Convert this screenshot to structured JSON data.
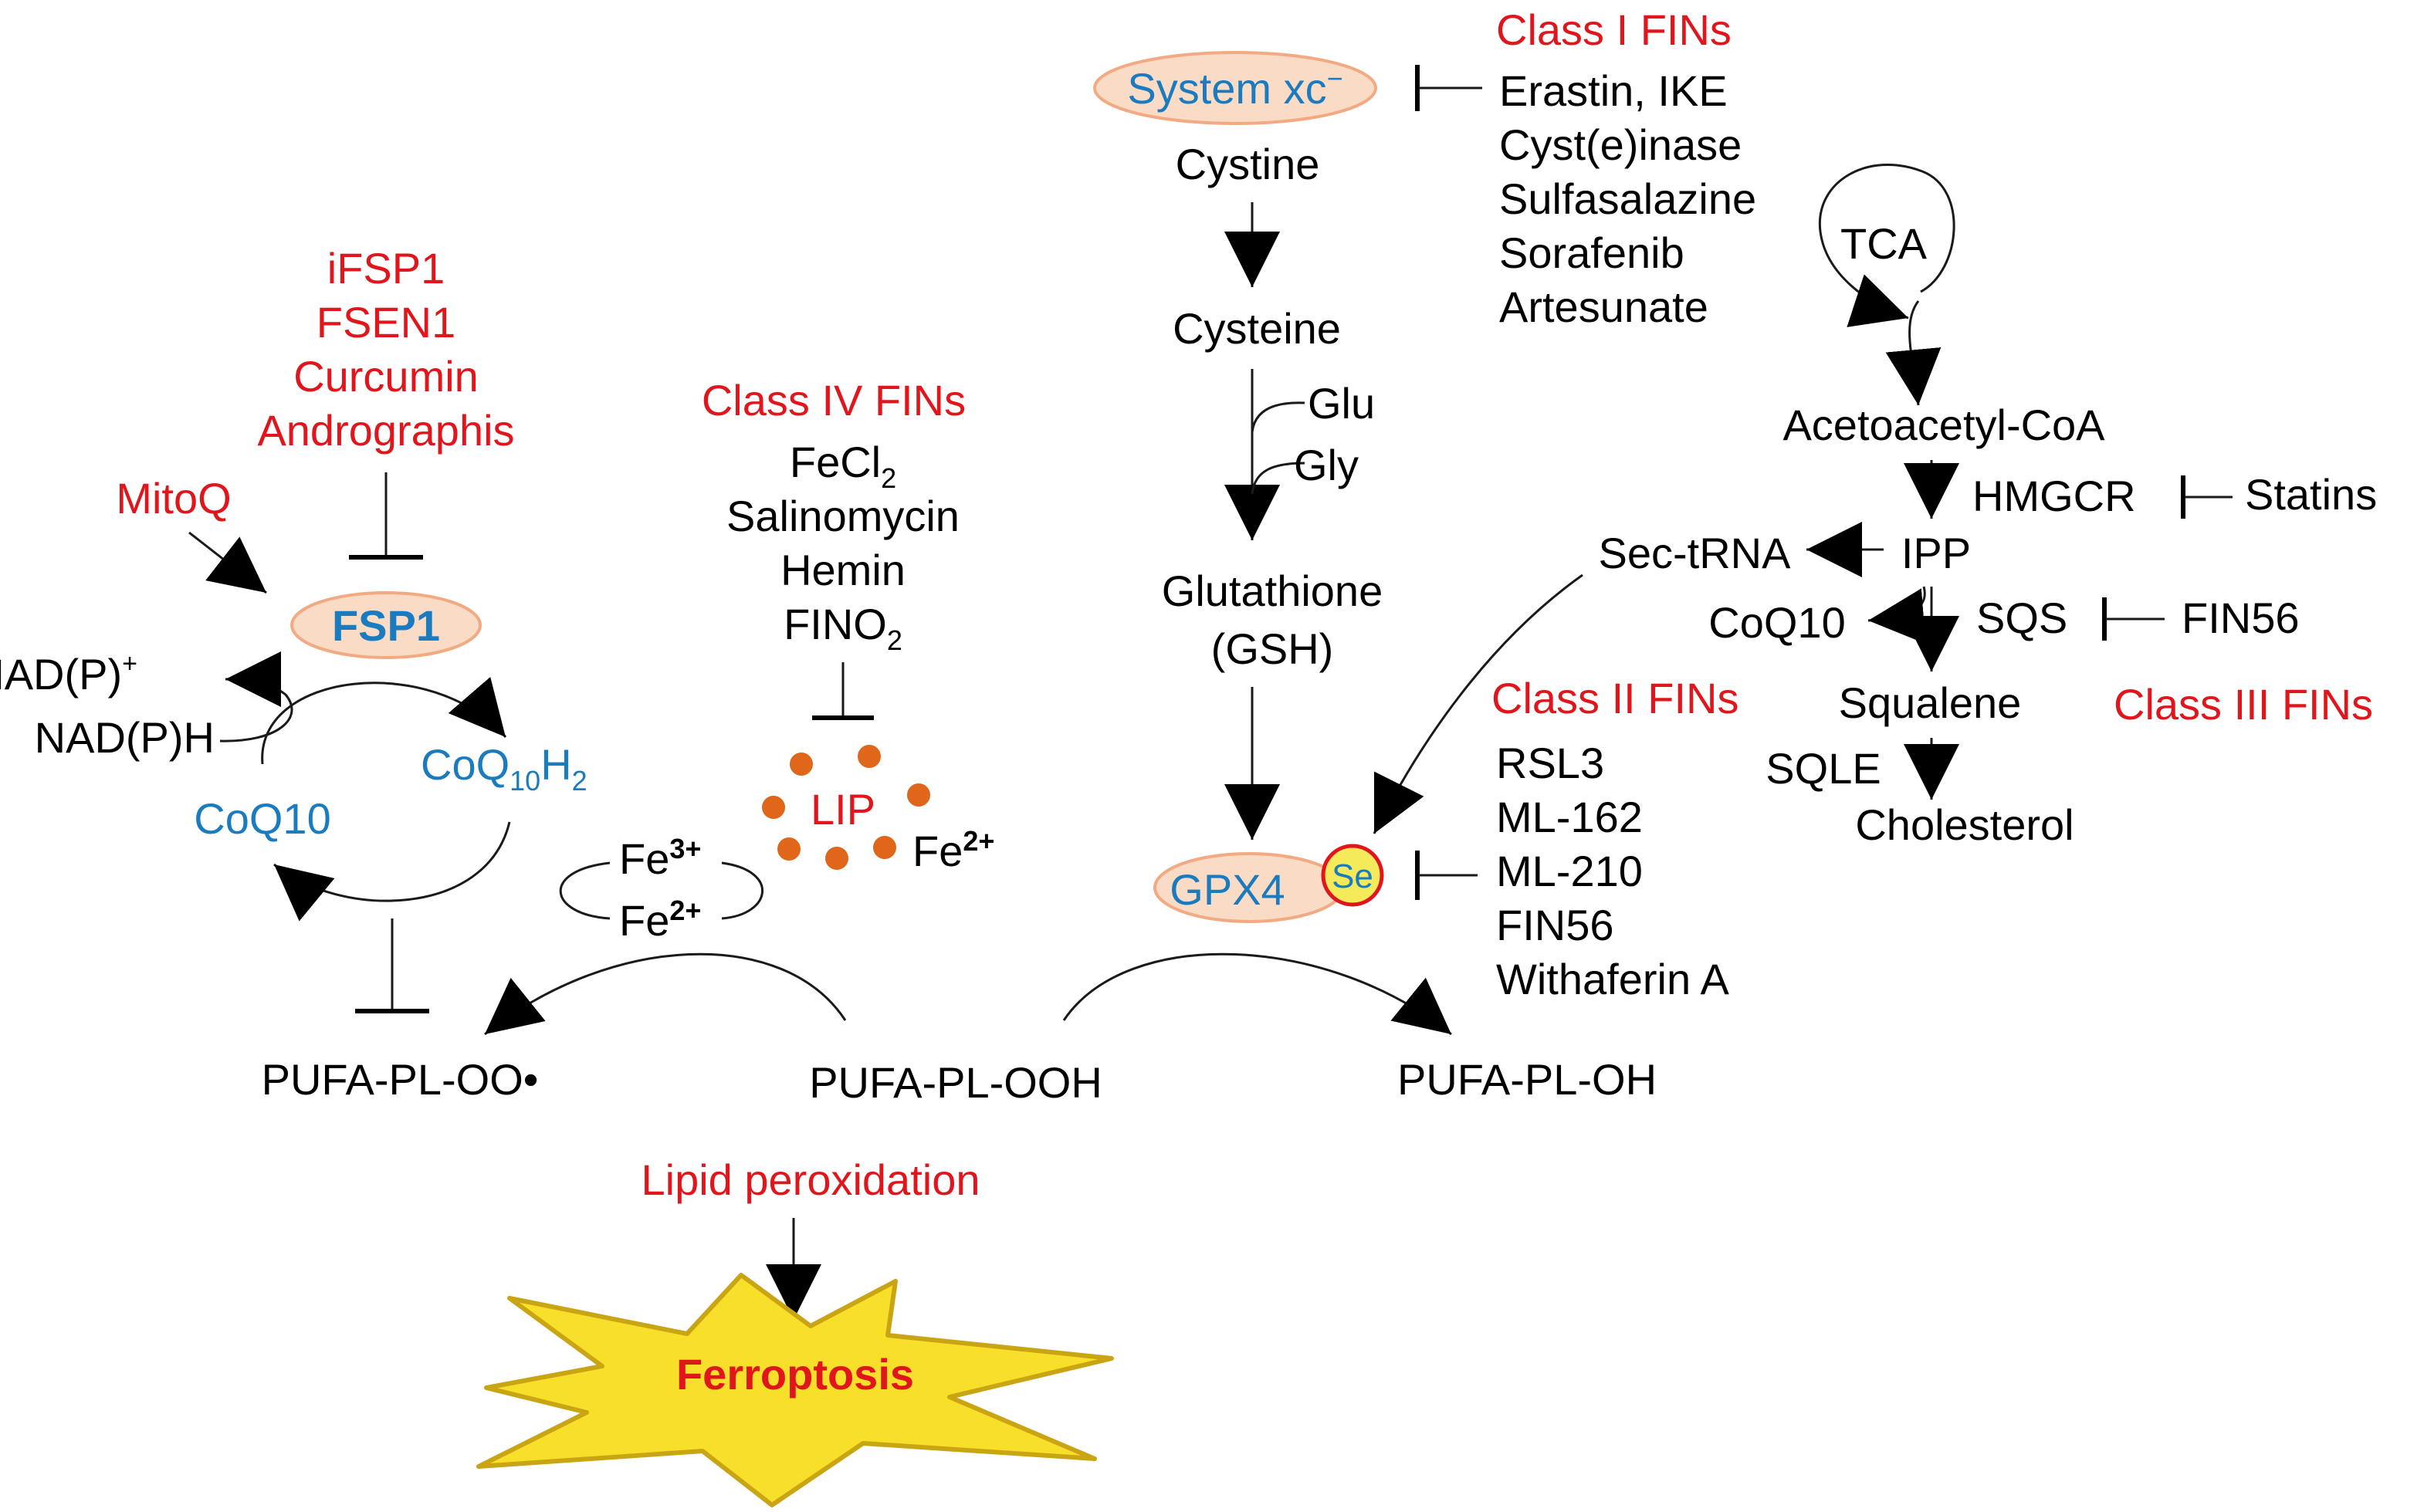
{
  "colors": {
    "red_text": "#e0161c",
    "blue_text": "#1a7bbf",
    "enzyme_oval_fill": "#fadbc6",
    "enzyme_oval_stroke": "#f2aa82",
    "iron_dots": "#e0661a",
    "burst_fill": "#f7df2a",
    "burst_stroke": "#c9a514",
    "se_circle_fill": "#f5ea5a",
    "se_circle_stroke": "#e0161c"
  },
  "fsp1_pathway": {
    "inhibitors": [
      "iFSP1",
      "FSEN1",
      "Curcumin",
      "Andrographis"
    ],
    "activator": "MitoQ",
    "enzyme": "FSP1",
    "nadp_plus": "NAD(P)",
    "nadp_plus_sup": "+",
    "nadph": "NAD(P)H",
    "coq10": "CoQ10",
    "coqh2_main": "CoQ",
    "coqh2_sub": "10",
    "coqh2_tail": "H",
    "coqh2_sub2": "2"
  },
  "iron": {
    "class_label": "Class IV FINs",
    "fecl_main": "FeCl",
    "fecl_sub": "2",
    "items": [
      "Salinomycin",
      "Hemin"
    ],
    "fino_main": "FINO",
    "fino_sub": "2",
    "lip": "LIP",
    "fe_main": "Fe",
    "fe2_sup": "2+",
    "fe3_sup": "3+"
  },
  "gsh_pathway": {
    "system": "System xc",
    "system_sup": "−",
    "cystine": "Cystine",
    "cysteine": "Cysteine",
    "glu": "Glu",
    "gly": "Gly",
    "glutathione": "Glutathione",
    "gsh": "(GSH)",
    "gpx4": "GPX4",
    "se": "Se"
  },
  "class_i": {
    "label": "Class I FINs",
    "items": [
      "Erastin, IKE",
      "Cyst(e)inase",
      "Sulfasalazine",
      "Sorafenib",
      "Artesunate"
    ]
  },
  "class_ii": {
    "label": "Class II FINs",
    "items": [
      "RSL3",
      "ML-162",
      "ML-210",
      "FIN56",
      "Withaferin A"
    ]
  },
  "mevalonate": {
    "tca": "TCA",
    "acetoacetyl": "Acetoacetyl-CoA",
    "hmgcr": "HMGCR",
    "statins": "Statins",
    "ipp": "IPP",
    "sec_trna": "Sec-tRNA",
    "coq10": "CoQ10",
    "sqs": "SQS",
    "fin56": "FIN56",
    "squalene": "Squalene",
    "sqle": "SQLE",
    "cholesterol": "Cholesterol",
    "class_iii": "Class III FINs"
  },
  "lipids": {
    "pufa_oo": "PUFA-PL-OO•",
    "pufa_ooh": "PUFA-PL-OOH",
    "pufa_oh": "PUFA-PL-OH"
  },
  "outcome": {
    "lipid_peroxidation": "Lipid peroxidation",
    "ferroptosis": "Ferroptosis"
  }
}
